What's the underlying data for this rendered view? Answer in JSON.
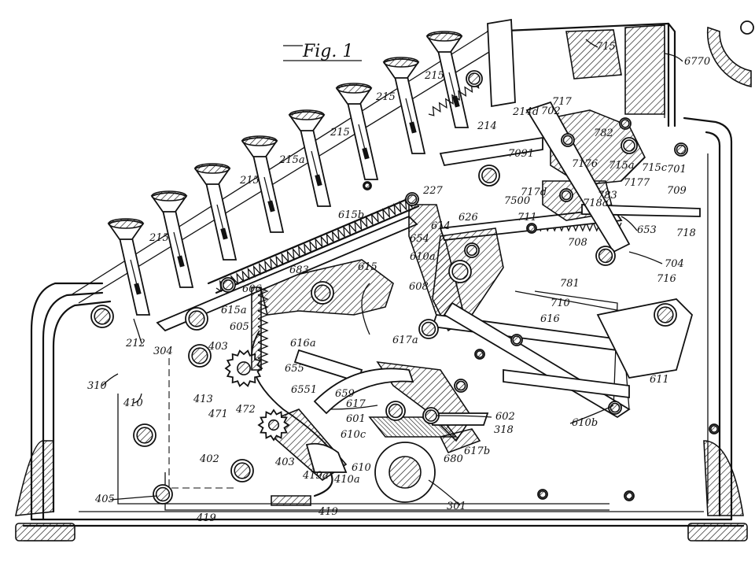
{
  "figure": {
    "title": "Fig. 1"
  },
  "labels": {
    "l212": "212",
    "l215a": "215",
    "l215b": "215",
    "l215c": "215",
    "l215d": "215",
    "l215e": "215",
    "l215sup": "215a",
    "l214": "214",
    "l214d": "214d",
    "l227": "227",
    "l6770": "6770",
    "l715": "715",
    "l717": "717",
    "l702": "702",
    "l782": "782",
    "l7091": "7091",
    "l7176": "7176",
    "l715a": "715a",
    "l715c": "715c",
    "l701": "701",
    "l7177": "7177",
    "l709": "709",
    "l717d": "717d",
    "l7500": "7500",
    "l783": "783",
    "l718a": "718a",
    "l711": "711",
    "l653": "653",
    "l718": "718",
    "l708": "708",
    "l704": "704",
    "l716": "716",
    "l781": "781",
    "l710": "710",
    "l626": "626",
    "l614": "614",
    "l654": "654",
    "l610a": "610a",
    "l615b": "615b",
    "l615": "615",
    "l683": "683",
    "l606": "606",
    "l615a": "615a",
    "l605": "605",
    "l608": "608",
    "l616": "616",
    "l616a": "616a",
    "l617a": "617a",
    "l655": "655",
    "l6551": "6551",
    "l659": "659",
    "l617": "617",
    "l601": "601",
    "l602": "602",
    "l318": "318",
    "l617b": "617b",
    "l680": "680",
    "l610b": "610b",
    "l611": "611",
    "l610c": "610c",
    "l610": "610",
    "l410a": "410a",
    "l419a": "419a",
    "l419": "419",
    "l419b": "419",
    "l301": "301",
    "l402": "402",
    "l403a": "403",
    "l403b": "403",
    "l405": "405",
    "l410": "410",
    "l310": "310",
    "l304": "304",
    "l413": "413",
    "l471": "471",
    "l472": "472"
  },
  "colors": {
    "ink": "#111111",
    "paper": "#ffffff"
  }
}
